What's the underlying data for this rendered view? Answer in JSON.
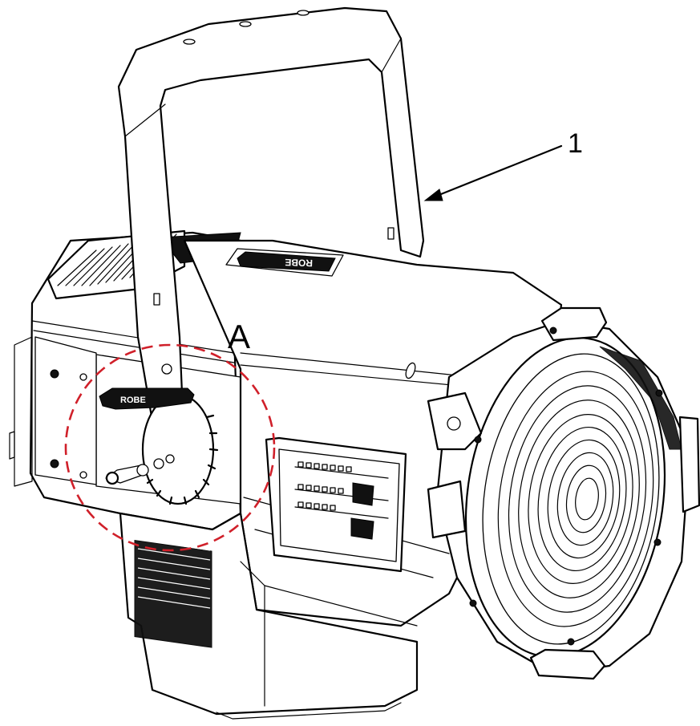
{
  "callouts": {
    "item_1": "1",
    "detail_a": "A"
  },
  "logo": {
    "knob_text": "ROBE",
    "top_text": "ROBE"
  },
  "colors": {
    "line": "#000000",
    "background": "#ffffff",
    "detail_circle": "#d0202a"
  }
}
